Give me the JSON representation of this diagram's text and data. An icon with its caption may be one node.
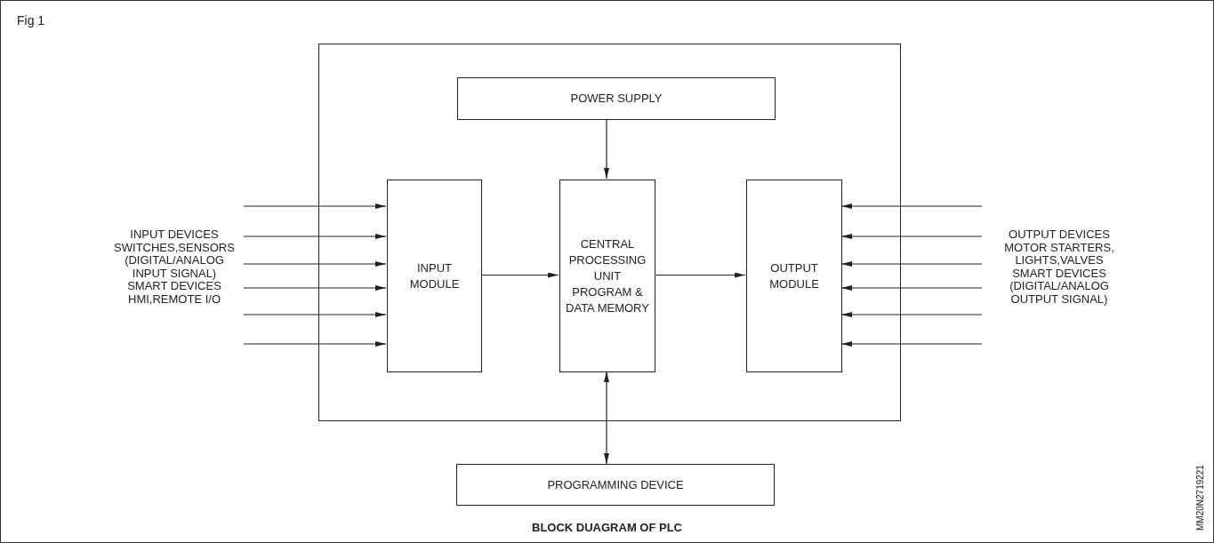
{
  "diagram": {
    "caption": "BLOCK DUAGRAM OF PLC",
    "nodes": [
      {
        "text": [],
        "shape": "box"
      },
      {
        "text": [
          "POWER SUPPLY"
        ],
        "in": 0
      },
      {
        "text": [
          "INPUT MODULE"
        ],
        "in": 0
      },
      {
        "text": [
          "CENTRAL PROCESSING UNIT PROGRAM & DATA MEMORY"
        ],
        "in": 0
      },
      {
        "text": [
          "OUTPUT MODULE"
        ],
        "in": 0
      },
      {
        "text": [
          "PROGRAMMING DEVICE"
        ]
      }
    ],
    "edges": [
      {
        "from": 1,
        "to": 3,
        "arrow": "to"
      },
      {
        "from": 2,
        "to": 3,
        "arrow": "to"
      },
      {
        "from": 3,
        "to": 4,
        "arrow": "to"
      },
      {
        "from": 3,
        "to": 5,
        "arrow": "both"
      },
      {
        "from": null,
        "to": 2,
        "arrow": "to"
      },
      {
        "from": null,
        "to": 2,
        "arrow": "to"
      },
      {
        "from": null,
        "to": 2,
        "arrow": "to"
      },
      {
        "from": null,
        "to": 2,
        "arrow": "to"
      },
      {
        "from": null,
        "to": 2,
        "arrow": "to"
      },
      {
        "from": null,
        "to": 2,
        "arrow": "to"
      },
      {
        "from": null,
        "to": 4,
        "arrow": "to"
      },
      {
        "from": null,
        "to": 4,
        "arrow": "to"
      },
      {
        "from": null,
        "to": 4,
        "arrow": "to"
      },
      {
        "from": null,
        "to": 4,
        "arrow": "to"
      },
      {
        "from": null,
        "to": 4,
        "arrow": "to"
      },
      {
        "from": null,
        "to": 4,
        "arrow": "to"
      }
    ],
    "labels": [
      "Fig 1",
      "INPUT DEVICES",
      "SWITCHES,SENSORS",
      "(DIGITAL/ANALOG INPUT SIGNAL)",
      "SMART DEVICES",
      "HMI,REMOTE I/O",
      "OUTPUT DEVICES",
      "MOTOR STARTERS, LIGHTS,VALVES",
      "SMART DEVICES",
      "(DIGITAL/ANALOG OUTPUT SIGNAL)",
      "MM20N2719221"
    ]
  }
}
